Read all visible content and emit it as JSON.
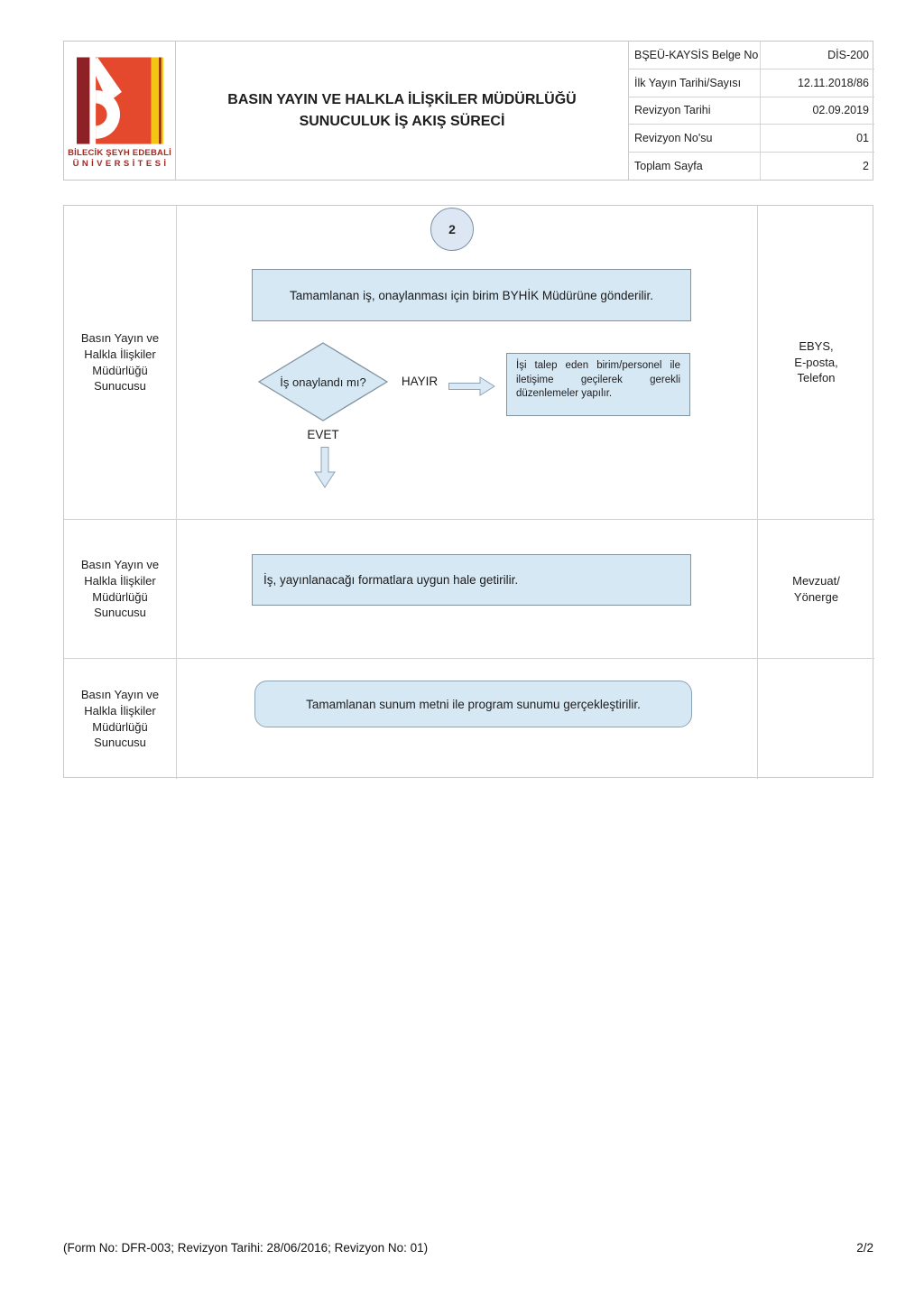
{
  "header": {
    "logo": {
      "name_lines": [
        "BİLECİK ŞEYH EDEBALİ",
        "ÜNİVERSİTESİ"
      ],
      "colors": {
        "maroon": "#8e2126",
        "orange": "#e5492d",
        "yellow": "#f3c612",
        "text": "#9b2c25"
      }
    },
    "title_lines": [
      "BASIN YAYIN VE HALKLA İLİŞKİLER MÜDÜRLÜĞÜ",
      "SUNUCULUK İŞ AKIŞ SÜRECİ"
    ],
    "info_rows": [
      {
        "label": "BŞEÜ-KAYSİS Belge No",
        "value": "DİS-200"
      },
      {
        "label": "İlk Yayın Tarihi/Sayısı",
        "value": "12.11.2018/86"
      },
      {
        "label": "Revizyon Tarihi",
        "value": "02.09.2019"
      },
      {
        "label": "Revizyon No'su",
        "value": "01"
      },
      {
        "label": "Toplam Sayfa",
        "value": "2"
      }
    ]
  },
  "flow": {
    "connector_number": "2",
    "rows": [
      {
        "actor": [
          "Basın Yayın ve",
          "Halkla İlişkiler",
          "Müdürlüğü",
          "Sunucusu"
        ],
        "tools": [
          "EBYS,",
          "E-posta,",
          "Telefon"
        ]
      },
      {
        "actor": [
          "Basın Yayın ve",
          "Halkla İlişkiler",
          "Müdürlüğü",
          "Sunucusu"
        ],
        "tools": [
          "Mevzuat/",
          "Yönerge"
        ]
      },
      {
        "actor": [
          "Basın Yayın ve",
          "Halkla İlişkiler",
          "Müdürlüğü",
          "Sunucusu"
        ],
        "tools": []
      }
    ],
    "steps": {
      "approval_send": "Tamamlanan iş, onaylanması için birim BYHİK Müdürüne gönderilir.",
      "decision": "İş onaylandı mı?",
      "decision_no": "HAYIR",
      "decision_yes": "EVET",
      "rework": "İşi talep eden birim/personel ile iletişime geçilerek gerekli düzenlemeler yapılır.",
      "format": "İş, yayınlanacağı formatlara uygun hale getirilir.",
      "present": "Tamamlanan sunum metni ile program sunumu gerçekleştirilir."
    },
    "shape_colors": {
      "fill": "#d7e8f5",
      "stroke": "#82929f"
    }
  },
  "footer": {
    "left": "(Form No: DFR-003; Revizyon Tarihi: 28/06/2016; Revizyon No: 01)",
    "right": "2/2"
  }
}
